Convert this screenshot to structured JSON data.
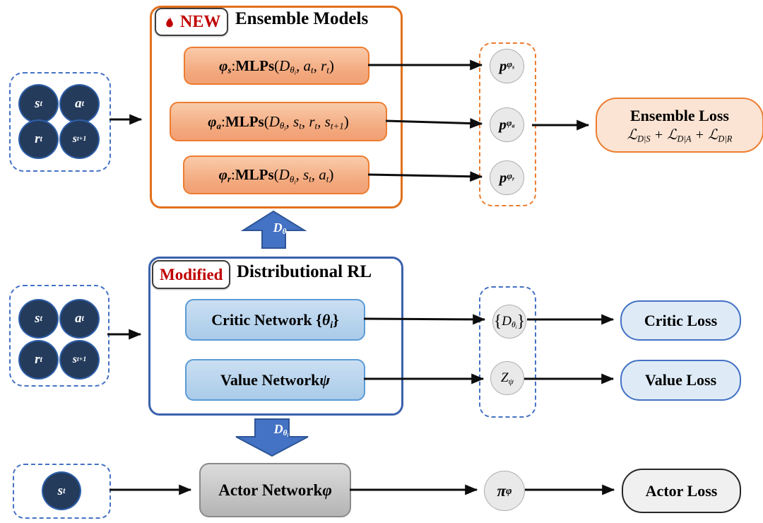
{
  "colors": {
    "orange_accent": "#ED7D31",
    "blue_accent": "#4472C4",
    "navy_node": "#243B5C",
    "badge_red": "#C00000"
  },
  "replay_inputs": {
    "s_t": "s<sub>t</sub>",
    "a_t": "a<sub>t</sub>",
    "r_t": "r<sub>t</sub>",
    "s_t1": "s<sub>t+1</sub>"
  },
  "ensemble": {
    "badge_label": "NEW",
    "title": "Ensemble Models",
    "rows": [
      "<b class='mi'>φ<sub>s</sub></b>: <b>MLPs</b>(<i>D<sub>θ<sub>i</sub></sub>, a<sub>t</sub>, r<sub>t</sub></i>)",
      "<b class='mi'>φ<sub>a</sub></b>: <b>MLPs</b>(<i>D<sub>θ<sub>i</sub></sub>, s<sub>t</sub>, r<sub>t</sub>, s<sub>t+1</sub></i>)",
      "<b class='mi'>φ<sub>r</sub></b>: <b>MLPs</b>(<i>D<sub>θ<sub>i</sub></sub>, s<sub>t</sub>, a<sub>t</sub></i>)"
    ],
    "outputs": [
      "p<sub>φ<sub>s</sub></sub>",
      "p<sub>φ<sub>a</sub></sub>",
      "p<sub>φ<sub>r</sub></sub>"
    ],
    "loss_title": "Ensemble Loss",
    "loss_formula": "<i>ℒ<sub>D|S</sub> + ℒ<sub>D|A</sub> + ℒ<sub>D|R</sub></i>"
  },
  "transfer_label": "D<sub>θ<sub>i</sub></sub>",
  "drl": {
    "badge_label": "Modified",
    "title": "Distributional RL",
    "critic_row": "Critic Network {<i>θ<sub>i</sub></i>}",
    "value_row": "Value Network <i>ψ</i>",
    "critic_output": "<span class='br'>{</span><i>D<sub>θ<sub>i</sub></sub></i><span class='br'>}</span>",
    "value_output": "<i>Z<sub>ψ</sub></i>",
    "critic_loss": "Critic Loss",
    "value_loss": "Value Loss"
  },
  "actor": {
    "input": "s<sub>t</sub>",
    "network": "Actor Network <i>φ</i>",
    "output": "π<sub>φ</sub>",
    "loss": "Actor Loss"
  }
}
